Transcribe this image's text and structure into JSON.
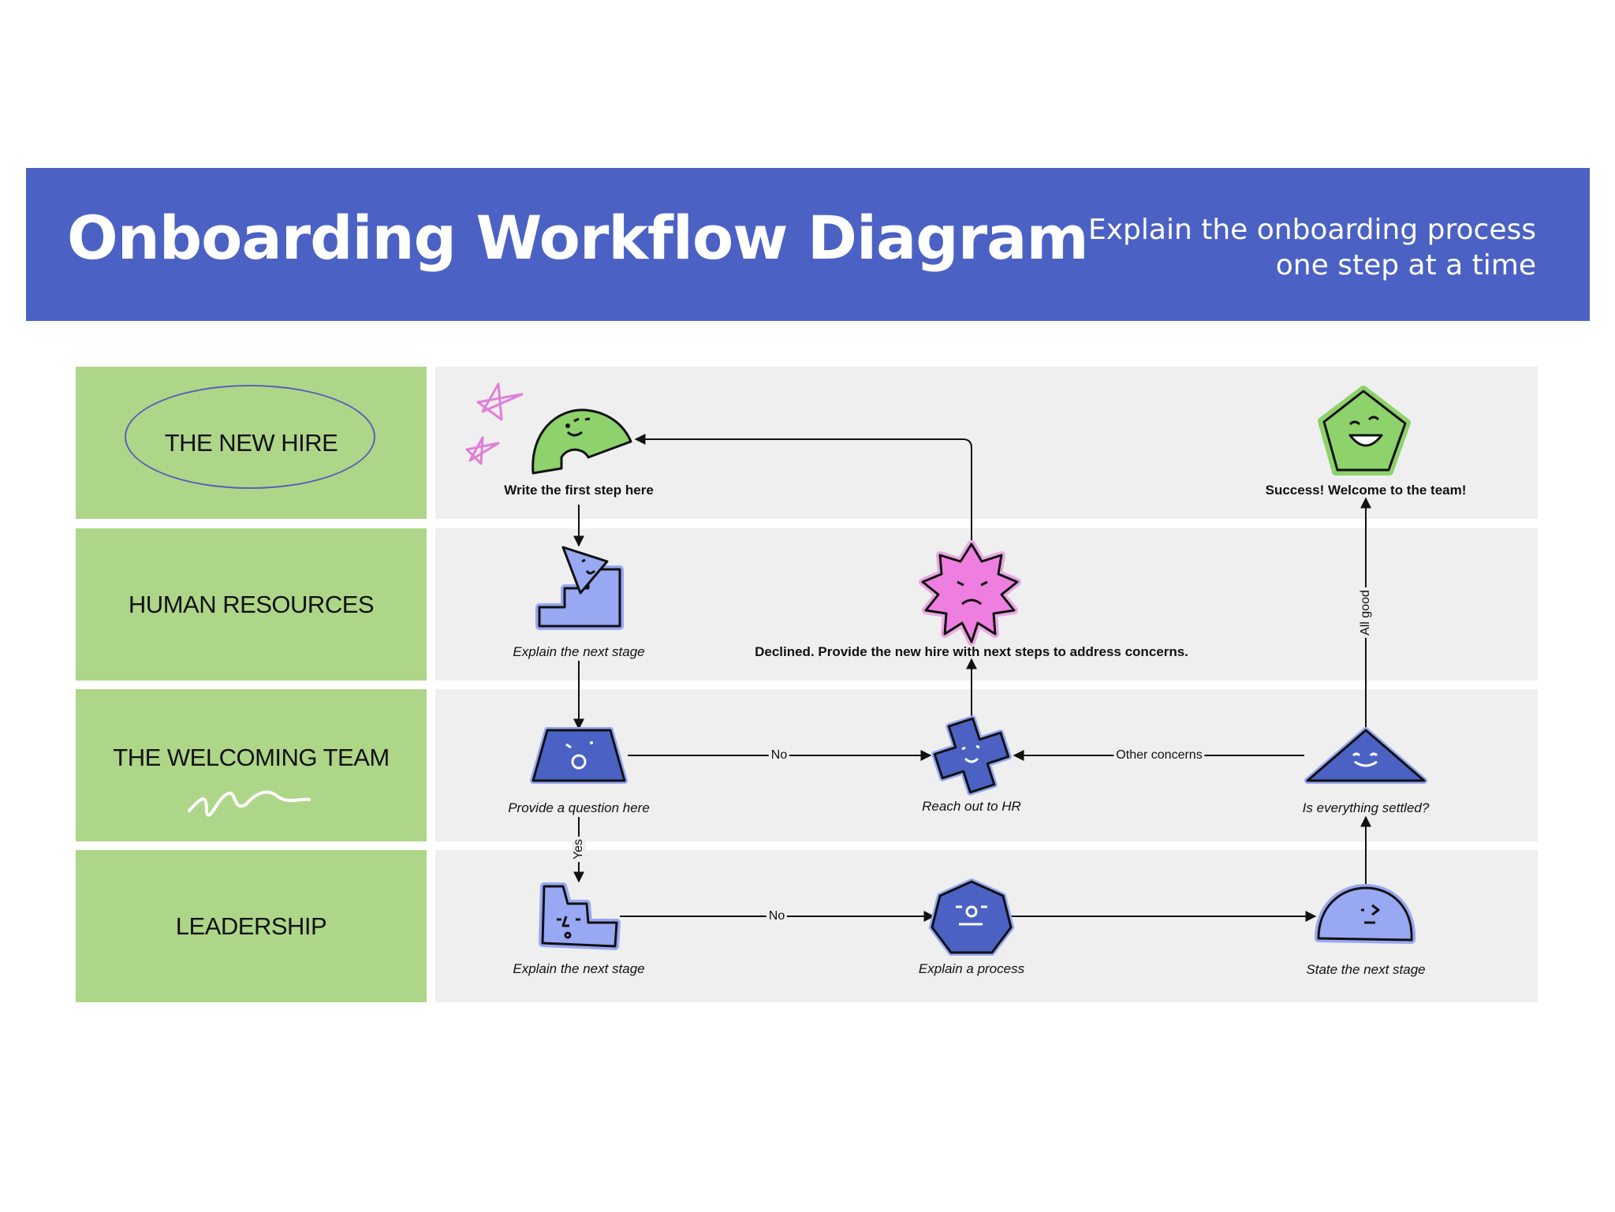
{
  "header": {
    "title": "Onboarding Workflow Diagram",
    "subtitle_line1": "Explain the onboarding process",
    "subtitle_line2": "one step at a time"
  },
  "lanes": [
    {
      "label": "THE NEW HIRE"
    },
    {
      "label": "HUMAN RESOURCES"
    },
    {
      "label": "THE WELCOMING TEAM"
    },
    {
      "label": "LEADERSHIP"
    }
  ],
  "nodes": {
    "first_step": "Write the first step here",
    "success": "Success! Welcome to the team!",
    "hr_next_stage": "Explain the next stage",
    "declined": "Declined. Provide the new hire with next steps to address concerns.",
    "question": "Provide a question here",
    "reach_hr": "Reach out to HR",
    "settled": "Is everything settled?",
    "lead_next_stage": "Explain the next stage",
    "process": "Explain a process",
    "state_next": "State the next stage"
  },
  "edges": {
    "no_1": "No",
    "no_2": "No",
    "yes": "Yes",
    "other_concerns": "Other concerns",
    "all_good": "All good"
  },
  "colors": {
    "header": "#4b62c4",
    "lane_label": "#aed688",
    "lane_body": "#efefef",
    "green_shape": "#8dd26a",
    "blue_shape": "#4b62c4",
    "light_blue_shape": "#98a8f3",
    "pink_shape": "#ee7ee0"
  }
}
